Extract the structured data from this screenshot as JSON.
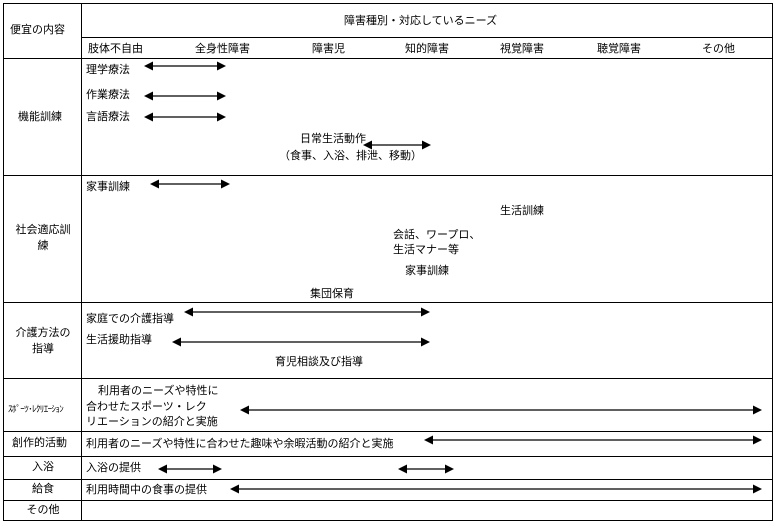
{
  "header": {
    "col_label": "便宜の内容",
    "span_title": "障害種別・対応しているニーズ",
    "disabilities": [
      "肢体不自由",
      "全身性障害",
      "障害児",
      "知的障害",
      "視覚障害",
      "聴覚障害",
      "その他"
    ]
  },
  "rows": {
    "kinou": {
      "label": "機能訓練",
      "items": [
        "理学療法",
        "作業療法",
        "言語療法"
      ],
      "daily": "日常生活動作",
      "daily_detail": "（食事、入浴、排泄、移動）"
    },
    "shakai": {
      "label_1": "社会適応訓",
      "label_2": "練",
      "kaji_1": "家事訓練",
      "seikatsu": "生活訓練",
      "kaiwa_1": "会話、ワープロ、",
      "kaiwa_2": "生活マナー等",
      "kaji_2": "家事訓練",
      "shudan": "集団保育"
    },
    "kaigo": {
      "label_1": "介護方法の",
      "label_2": "指導",
      "katei": "家庭での介護指導",
      "enjo": "生活援助指導",
      "ikuji": "育児相談及び指導"
    },
    "sports": {
      "label": "ｽﾎﾟｰﾂ･ﾚｸﾘｴｰｼｮﾝ",
      "text_1": "利用者のニーズや特性に",
      "text_2": "合わせたスポーツ・レク",
      "text_3": "リエーションの紹介と実施"
    },
    "sosaku": {
      "label": "創作的活動",
      "text": "利用者のニーズや特性に合わせた趣味や余暇活動の紹介と実施"
    },
    "nyuyoku": {
      "label": "入浴",
      "text": "入浴の提供"
    },
    "kyushoku": {
      "label": "給食",
      "text": "利用時間中の食事の提供"
    },
    "sonota": {
      "label": "その他"
    }
  }
}
